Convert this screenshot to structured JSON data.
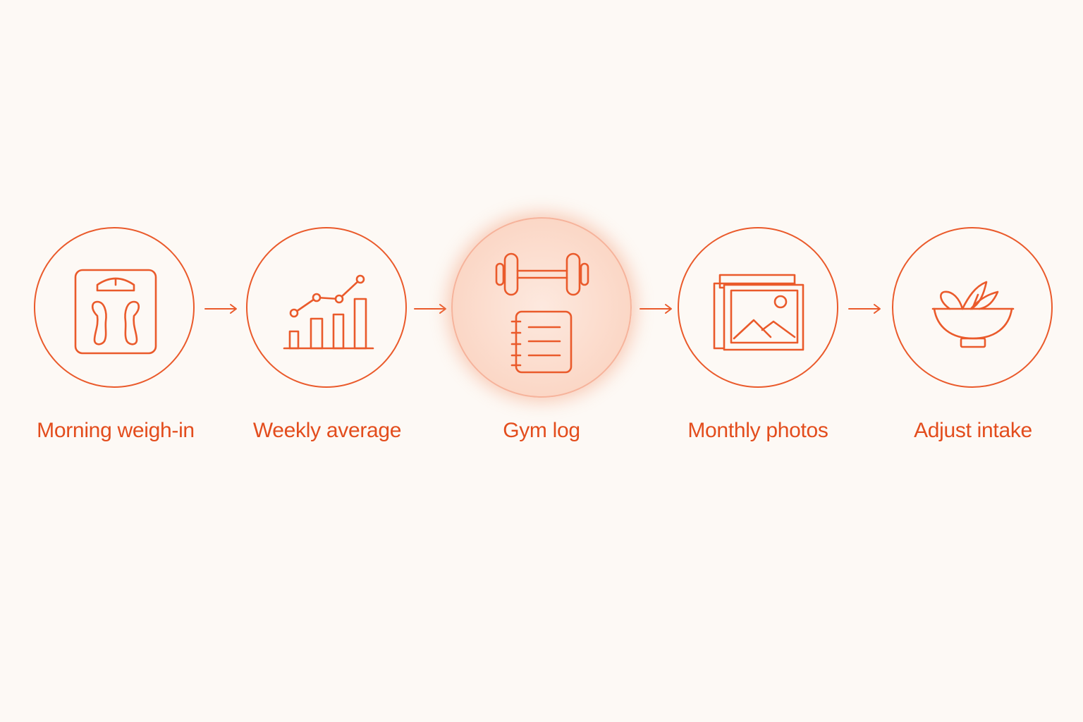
{
  "accent_color": "#ea5a2b",
  "background_color": "#fdf9f5",
  "steps": [
    {
      "label": "Morning weigh-in",
      "icon": "bathroom-scale-icon"
    },
    {
      "label": "Weekly average",
      "icon": "bar-line-chart-icon"
    },
    {
      "label": "Gym log",
      "icon": "dumbbell-notebook-icon",
      "highlighted": true
    },
    {
      "label": "Monthly photos",
      "icon": "photo-stack-icon"
    },
    {
      "label": "Adjust intake",
      "icon": "salad-bowl-icon"
    }
  ],
  "connectors": [
    "arrow-right-icon",
    "arrow-right-icon",
    "arrow-right-icon",
    "arrow-right-icon"
  ]
}
